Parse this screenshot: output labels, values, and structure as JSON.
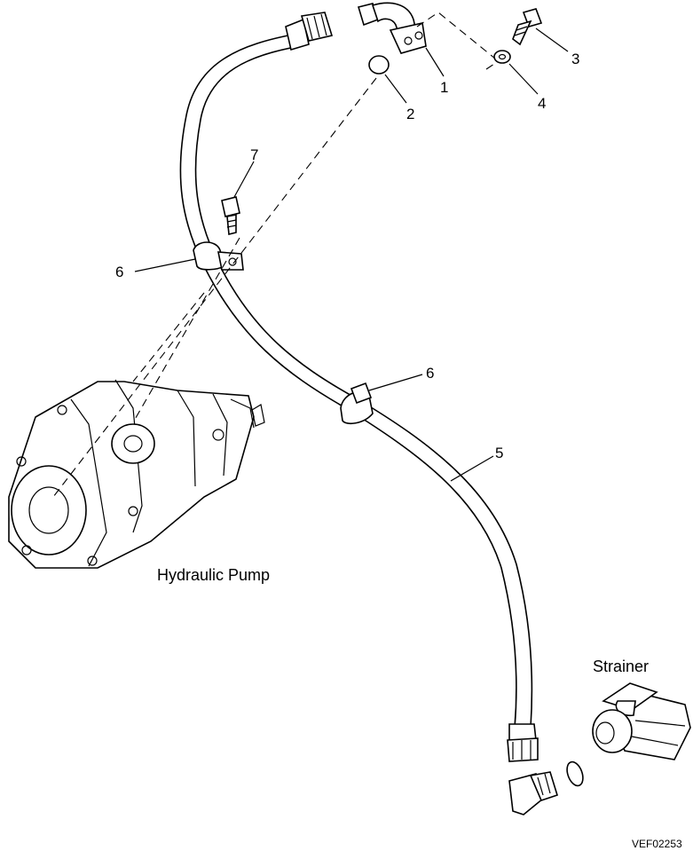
{
  "callouts": {
    "c1": "1",
    "c2": "2",
    "c3": "3",
    "c4": "4",
    "c5": "5",
    "c6a": "6",
    "c6b": "6",
    "c7": "7"
  },
  "labels": {
    "hydraulic_pump": "Hydraulic Pump",
    "strainer": "Strainer"
  },
  "figure_code": "VEF02253"
}
